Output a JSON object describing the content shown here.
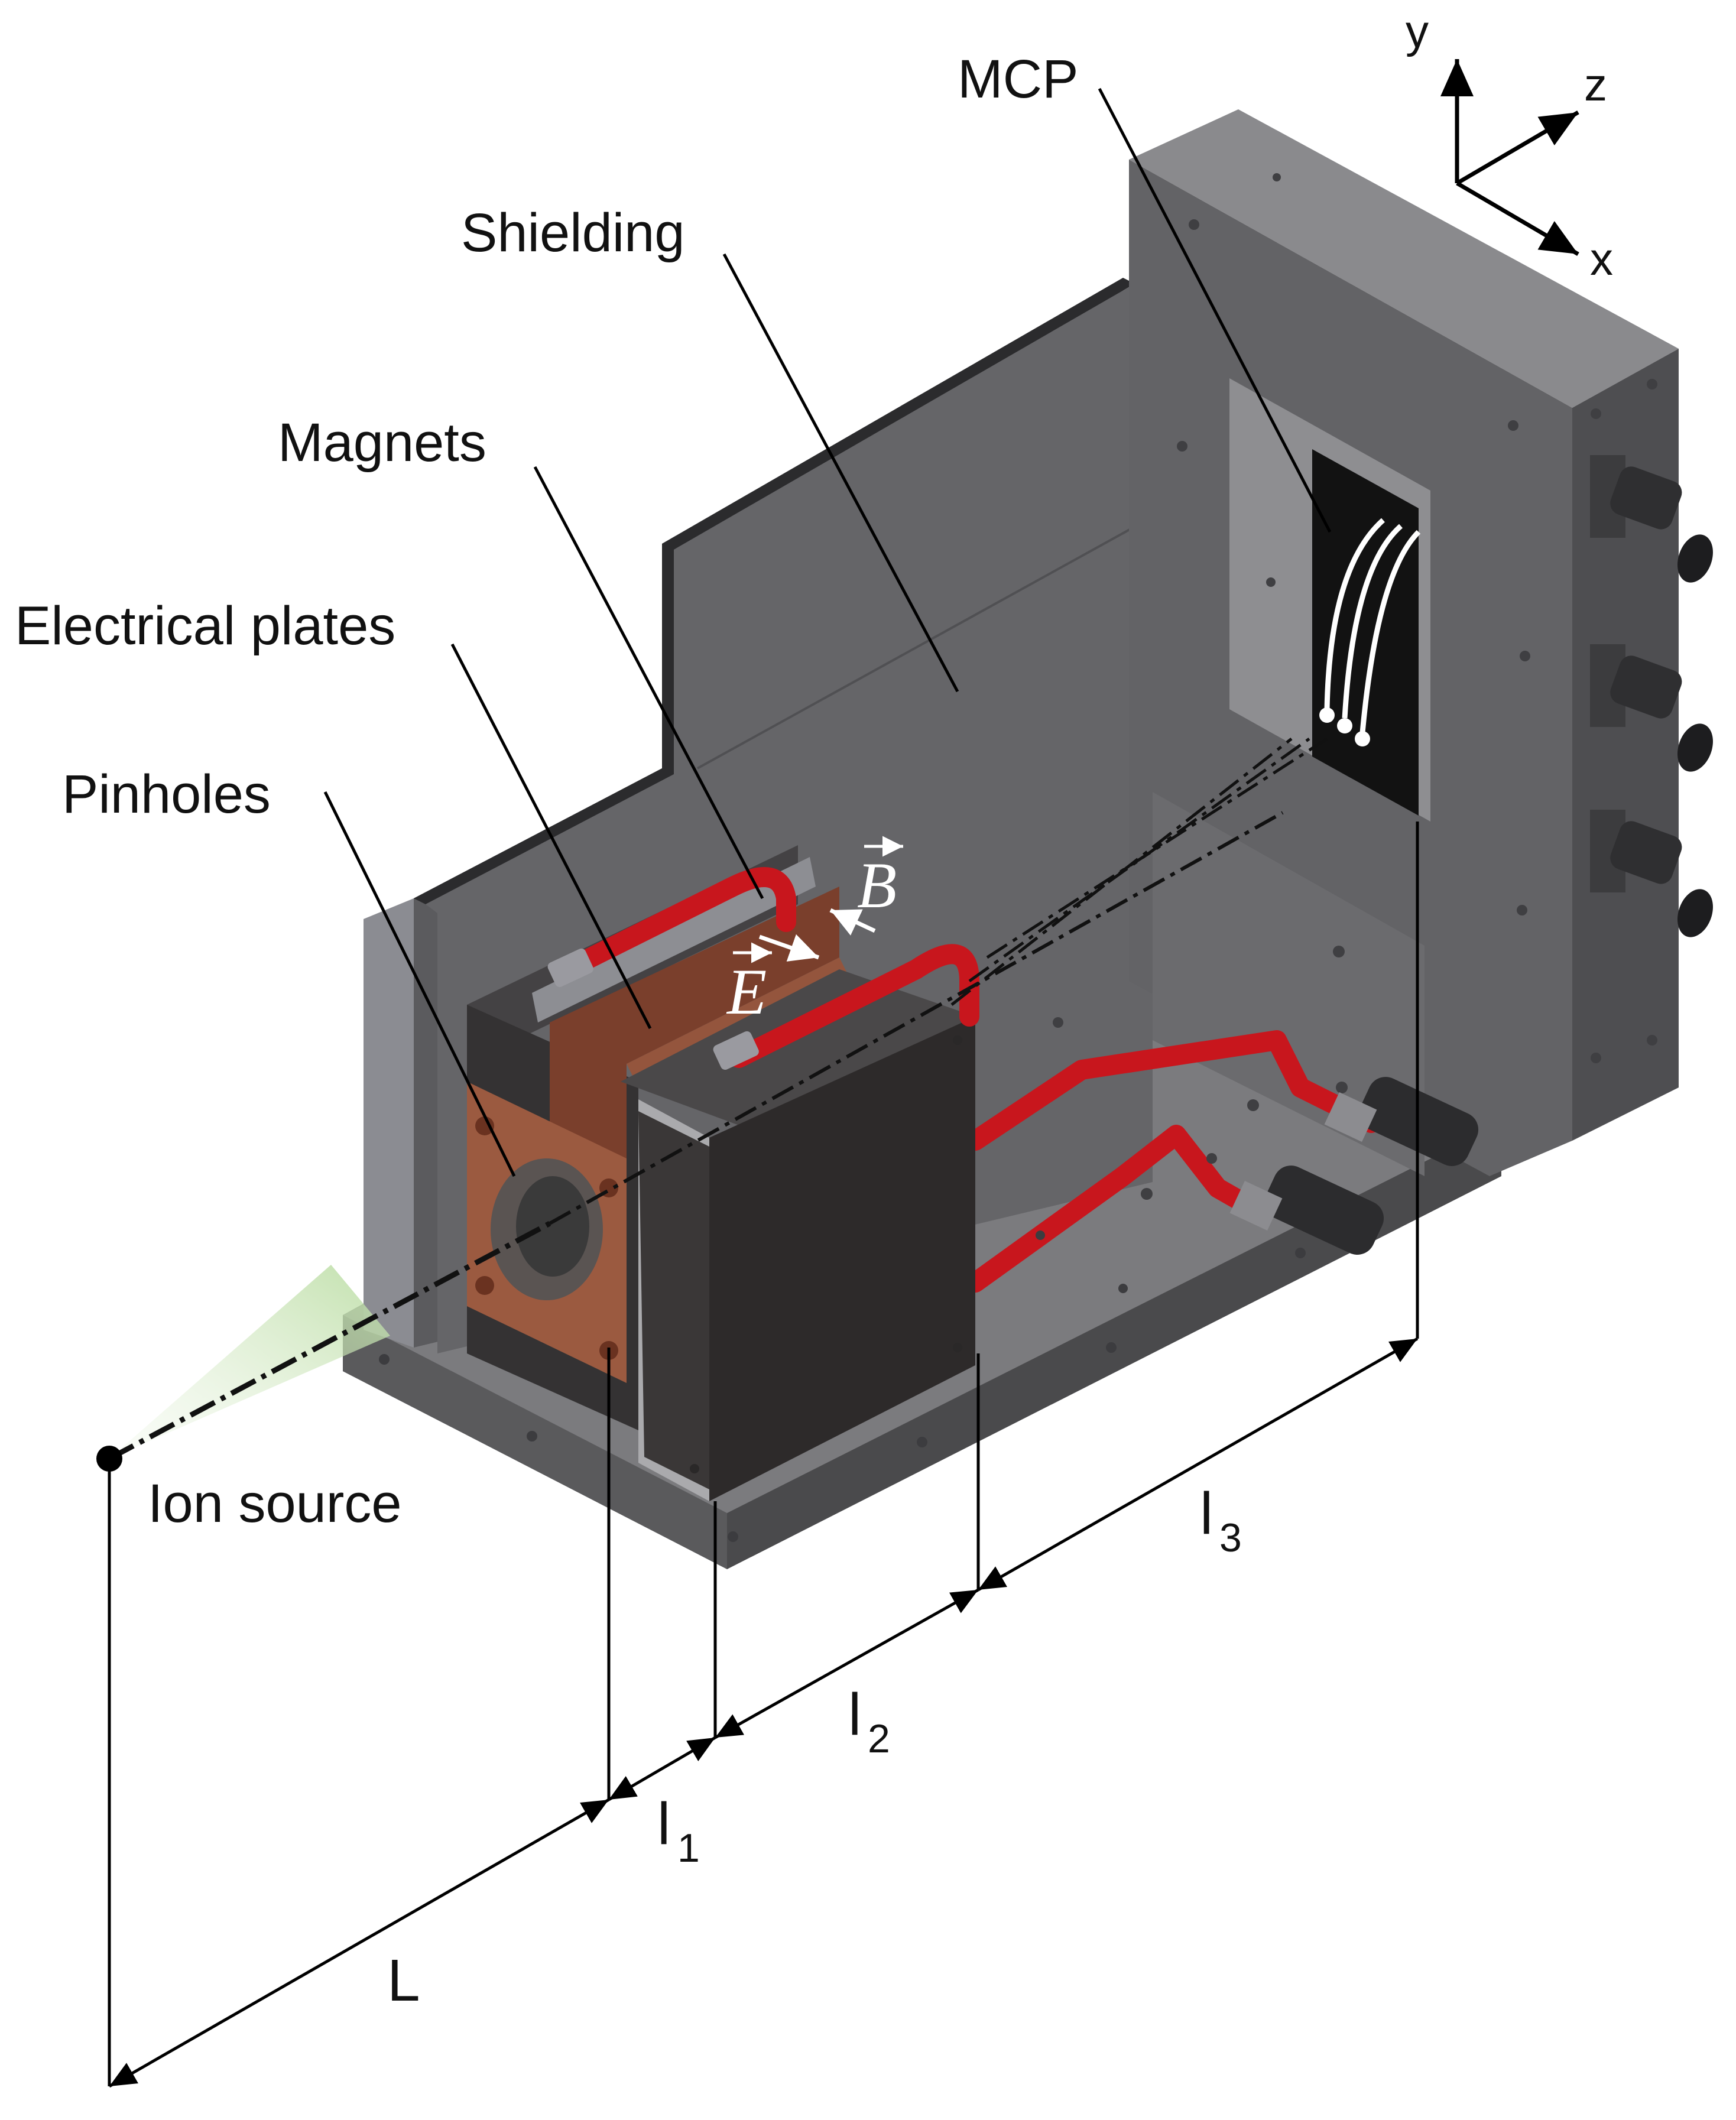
{
  "labels": {
    "mcp": "MCP",
    "shielding": "Shielding",
    "magnets": "Magnets",
    "electrical_plates": "Electrical plates",
    "pinholes": "Pinholes",
    "ion_source": "Ion source"
  },
  "field_vectors": {
    "b": "B",
    "e": "E"
  },
  "axes": {
    "y": "y",
    "z": "z",
    "x": "x"
  },
  "dimensions": {
    "L": "L",
    "l1": "l",
    "l1_sub": "1",
    "l2": "l",
    "l2_sub": "2",
    "l3": "l",
    "l3_sub": "3"
  },
  "colors": {
    "magnet_tube": "#c8161d",
    "metal_dark": "#3a3837",
    "metal_mid": "#5c5c5e",
    "metal_light": "#7a7a7d",
    "copper": "#8a4a33",
    "cone": "#cfe7bf"
  }
}
